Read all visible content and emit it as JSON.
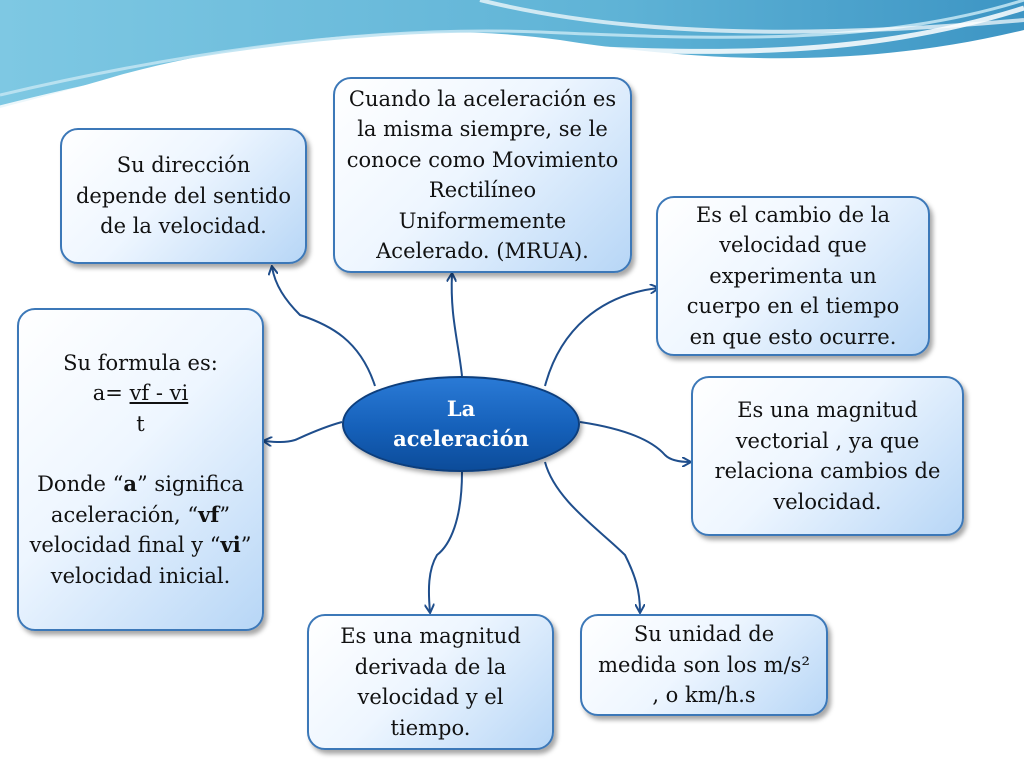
{
  "center": {
    "line1": "La",
    "line2": "aceleración"
  },
  "nodes": {
    "direction": "Su dirección depende del sentido de la velocidad.",
    "mrua": "Cuando la aceleración es la misma siempre, se le conoce como Movimiento Rectilíneo Uniformemente Acelerado.  (MRUA).",
    "definition": "Es el cambio de la velocidad que experimenta un cuerpo en el tiempo en que esto ocurre.",
    "vectorial": "Es una magnitud vectorial , ya que relaciona cambios de velocidad.",
    "unit": "Su unidad de medida son los m/s² , o  km/h.s",
    "derived": "Es una magnitud derivada de la velocidad y el tiempo.",
    "formula": {
      "intro": "Su formula es:",
      "lhs": "a= ",
      "numerator": "vf - vi",
      "denominator": "t",
      "t1": "Donde “",
      "a": "a",
      "t2": "” significa aceleración, “",
      "vf": "vf",
      "t3": "” velocidad final y “",
      "vi": "vi",
      "t4": "”  velocidad inicial."
    }
  },
  "colors": {
    "box_border": "#3c78b8",
    "center_fill": "#1560b9",
    "arrow": "#1f4e8c",
    "banner": "#5fb3d6"
  }
}
